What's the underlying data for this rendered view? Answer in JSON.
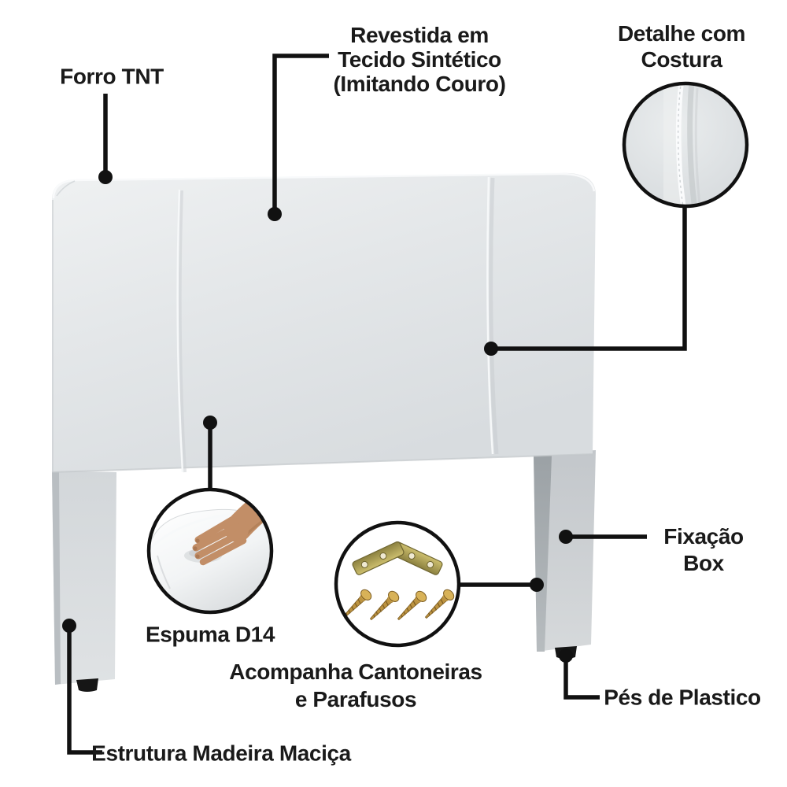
{
  "callouts": {
    "forro_tnt": {
      "label": "Forro TNT"
    },
    "revestimento": {
      "lines": [
        "Revestida em",
        "Tecido Sintético",
        "(Imitando Couro)"
      ]
    },
    "detalhe_costura": {
      "lines": [
        "Detalhe com",
        "Costura"
      ]
    },
    "espuma": {
      "label": "Espuma D14"
    },
    "cantoneiras": {
      "lines": [
        "Acompanha Cantoneiras",
        "e Parafusos"
      ]
    },
    "fixacao_box": {
      "lines": [
        "Fixação",
        "Box"
      ]
    },
    "pes_plastico": {
      "label": "Pés de Plastico"
    },
    "estrutura": {
      "label": "Estrutura Madeira Maciça"
    }
  },
  "colors": {
    "text": "#1a1a1a",
    "line": "#111111",
    "panel-mid": "#e3e6e8",
    "leg-front": "#c5c9cc",
    "leg-side": "#9ba1a5",
    "foot": "#161616",
    "brass": "#b4a85c",
    "screw": "#b98f3e",
    "skin": "#c28e67",
    "foam": "#ffffff",
    "fabric": "#dfe2e4"
  }
}
